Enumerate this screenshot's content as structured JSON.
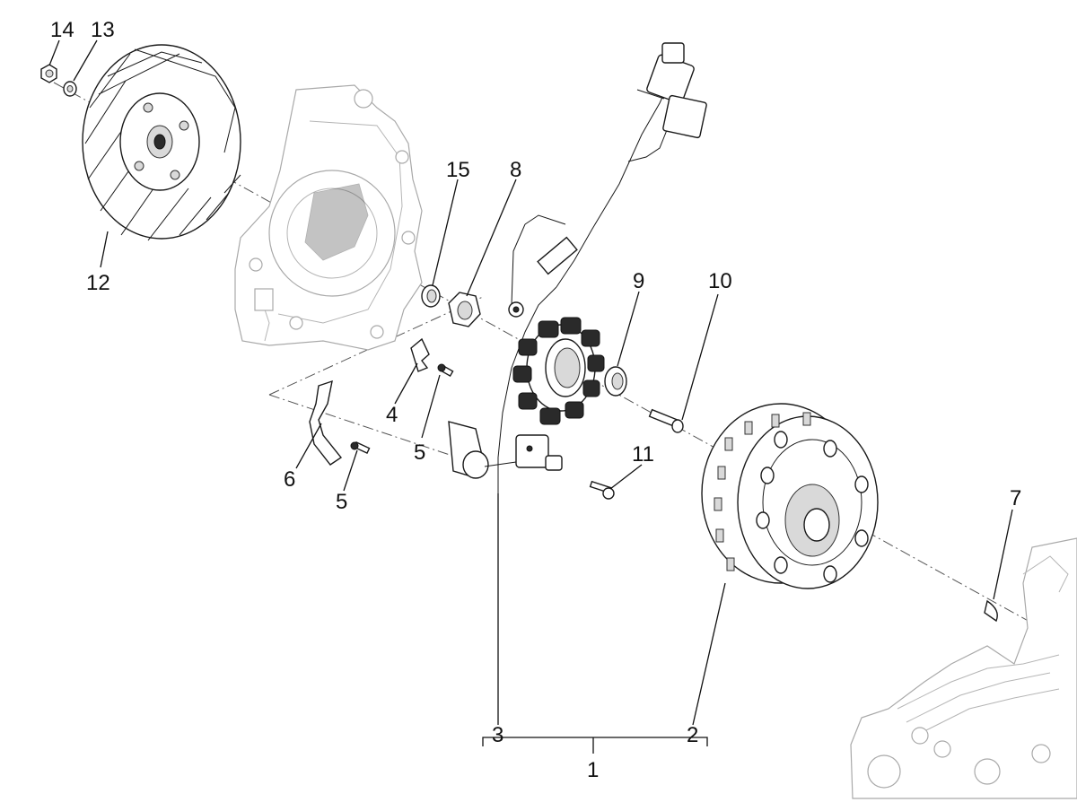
{
  "callouts": {
    "c1": "1",
    "c2": "2",
    "c3": "3",
    "c4": "4",
    "c5a": "5",
    "c5b": "5",
    "c6": "6",
    "c7": "7",
    "c8": "8",
    "c9": "9",
    "c10": "10",
    "c11": "11",
    "c12": "12",
    "c13": "13",
    "c14": "14",
    "c15": "15"
  }
}
